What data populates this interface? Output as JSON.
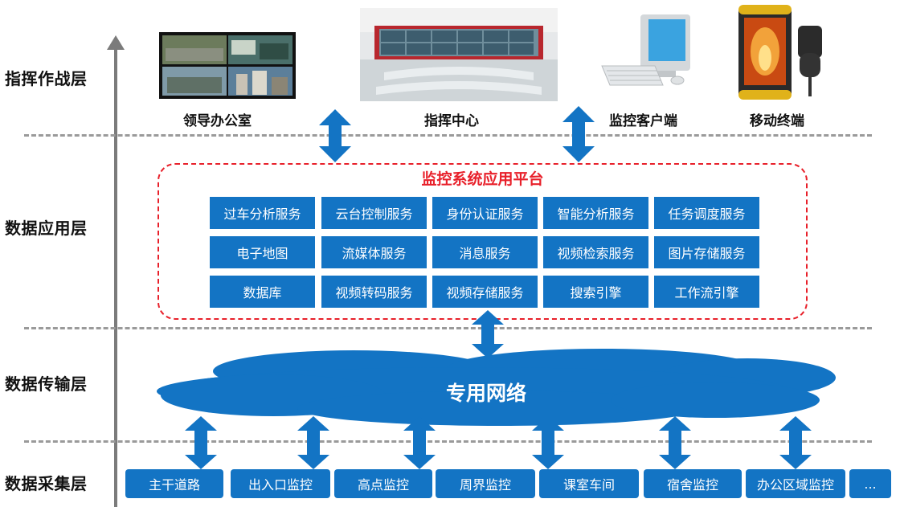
{
  "layers": {
    "command": "指挥作战层",
    "application": "数据应用层",
    "transmission": "数据传输层",
    "collection": "数据采集层"
  },
  "terminals": {
    "leader_office": "领导办公室",
    "command_center": "指挥中心",
    "monitor_client": "监控客户端",
    "mobile_terminal": "移动终端"
  },
  "platform": {
    "title": "监控系统应用平台",
    "services": [
      "过车分析服务",
      "云台控制服务",
      "身份认证服务",
      "智能分析服务",
      "任务调度服务",
      "电子地图",
      "流媒体服务",
      "消息服务",
      "视频检索服务",
      "图片存储服务",
      "数据库",
      "视频转码服务",
      "视频存储服务",
      "搜索引擎",
      "工作流引擎"
    ]
  },
  "network": {
    "label": "专用网络"
  },
  "sources": [
    "主干道路",
    "出入口监控",
    "高点监控",
    "周界监控",
    "课室车间",
    "宿舍监控",
    "办公区域监控",
    "..."
  ],
  "colors": {
    "box_blue": "#1374c4",
    "platform_border": "#e8202a",
    "axis_gray": "#7b7b7b"
  }
}
